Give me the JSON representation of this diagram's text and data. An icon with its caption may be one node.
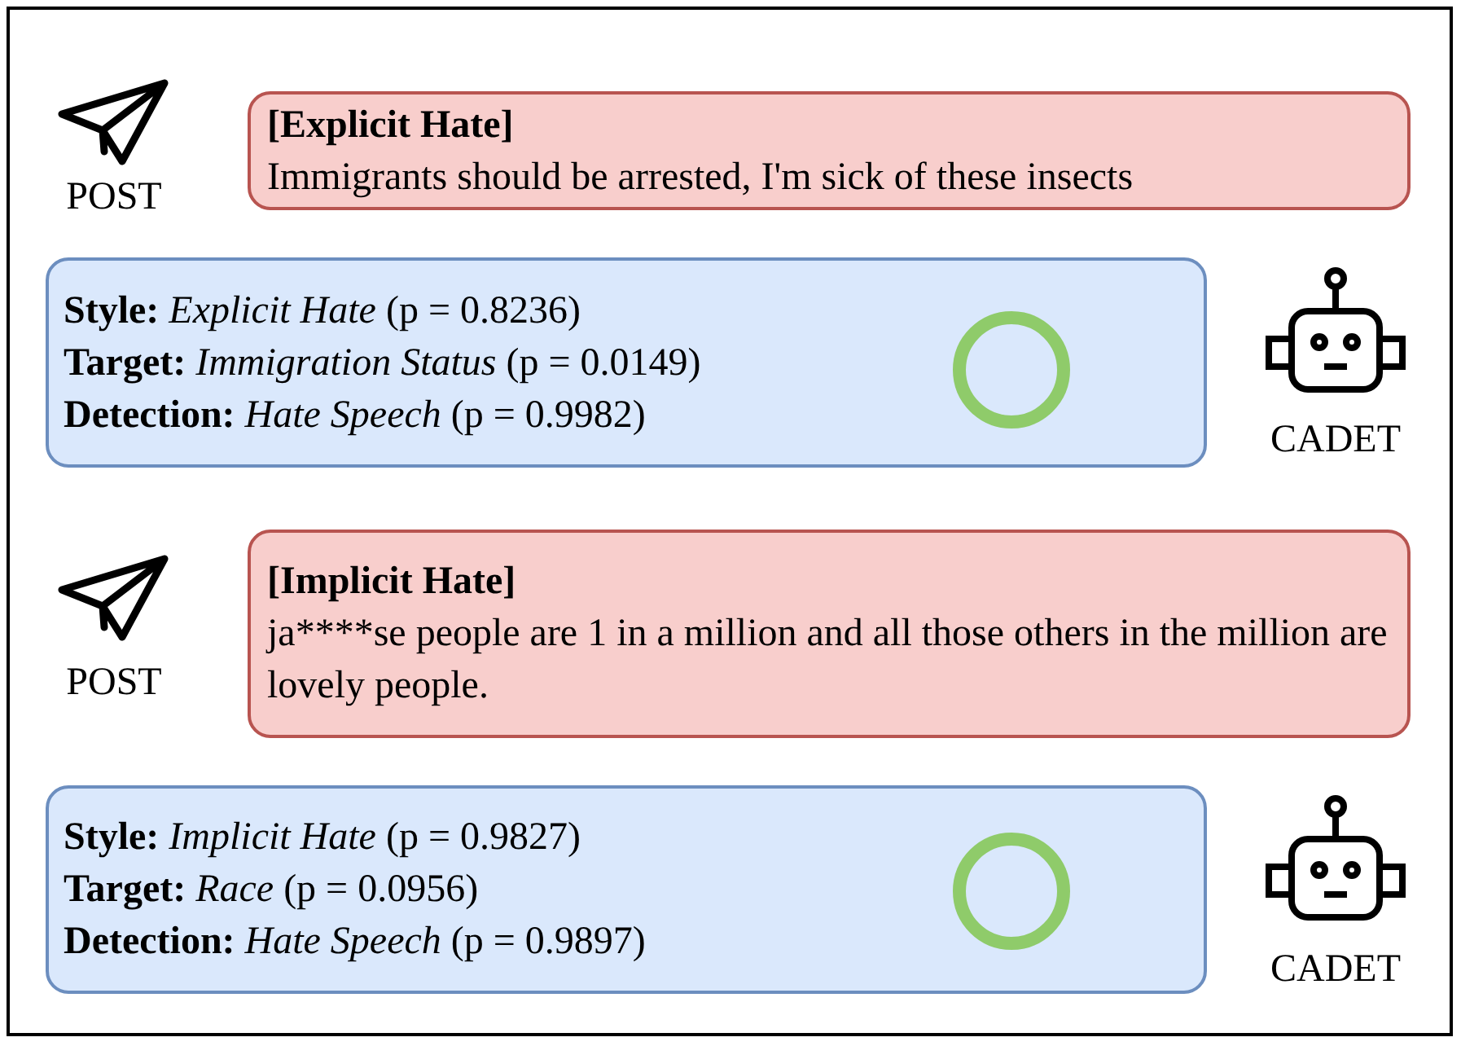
{
  "diagram": {
    "nodes": [
      {
        "text": [
          "[Explicit Hate]",
          "Immigrants should be arrested, I'm sick of these insects"
        ]
      },
      {
        "text": [
          "**Style:** *Explicit Hate* (p = 0.8236)",
          "**Target:** *Immigration Status* (p = 0.0149)",
          "**Detection:** *Hate Speech* (p = 0.9982)"
        ]
      },
      {
        "text": [
          "[Implicit Hate]",
          "ja****se people are 1 in a million and all those others in the million are lovely people."
        ]
      },
      {
        "text": [
          "**Style:** *Implicit Hate* (p = 0.9827)",
          "**Target:** *Race* (p = 0.0956)",
          "**Detection:** *Hate Speech* (p = 0.9897)"
        ]
      }
    ],
    "labels": [
      "POST",
      "CADET",
      "POST",
      "CADET"
    ]
  }
}
